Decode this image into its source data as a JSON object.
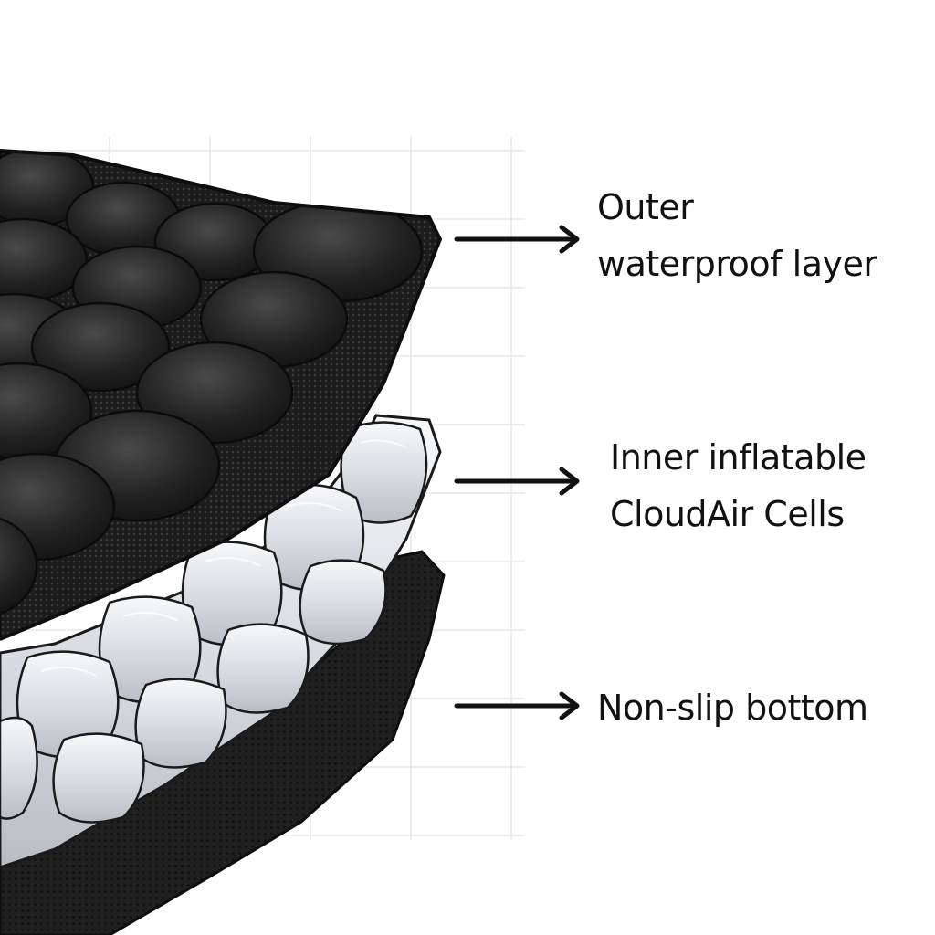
{
  "layers": {
    "outer": {
      "lines": [
        "Outer",
        "waterproof layer"
      ],
      "icon": "arrow-right-icon"
    },
    "inner": {
      "lines": [
        "Inner inflatable",
        "CloudAir Cells"
      ],
      "icon": "arrow-right-icon"
    },
    "bottom": {
      "lines": [
        "Non-slip bottom"
      ],
      "icon": "arrow-right-icon"
    }
  },
  "colors": {
    "text": "#111111",
    "fabric": "#1d1d1d",
    "fabric_highlight": "#3a3a3a",
    "cell_fill": "#e9ecef",
    "cell_outline": "#1a1a1a",
    "grid": "#e6e6e6"
  }
}
